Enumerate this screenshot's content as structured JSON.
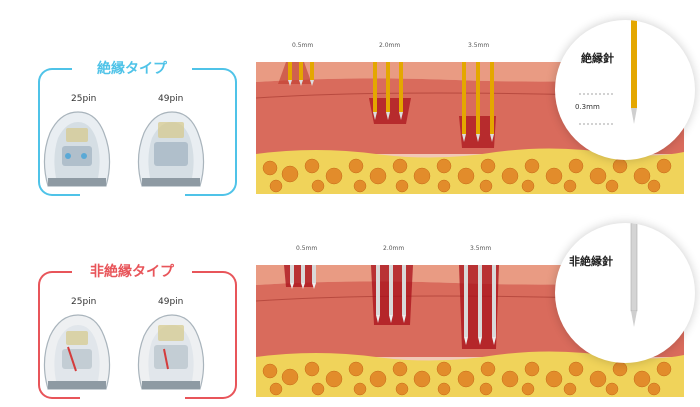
{
  "colors": {
    "insulated_accent": "#4fc3e8",
    "non_insulated_accent": "#e8555a",
    "gold": "#e4a700",
    "silver": "#c7c7c7"
  },
  "rows": [
    {
      "title": "絶縁タイプ",
      "pins": [
        "25pin",
        "49pin"
      ],
      "depths": [
        "0.5mm",
        "2.0mm",
        "3.5mm"
      ],
      "zoom_title": "絶縁針",
      "zoom_measure": "0.3mm"
    },
    {
      "title": "非絶縁タイプ",
      "pins": [
        "25pin",
        "49pin"
      ],
      "depths": [
        "0.5mm",
        "2.0mm",
        "3.5mm"
      ],
      "zoom_title": "非絶縁針"
    }
  ]
}
